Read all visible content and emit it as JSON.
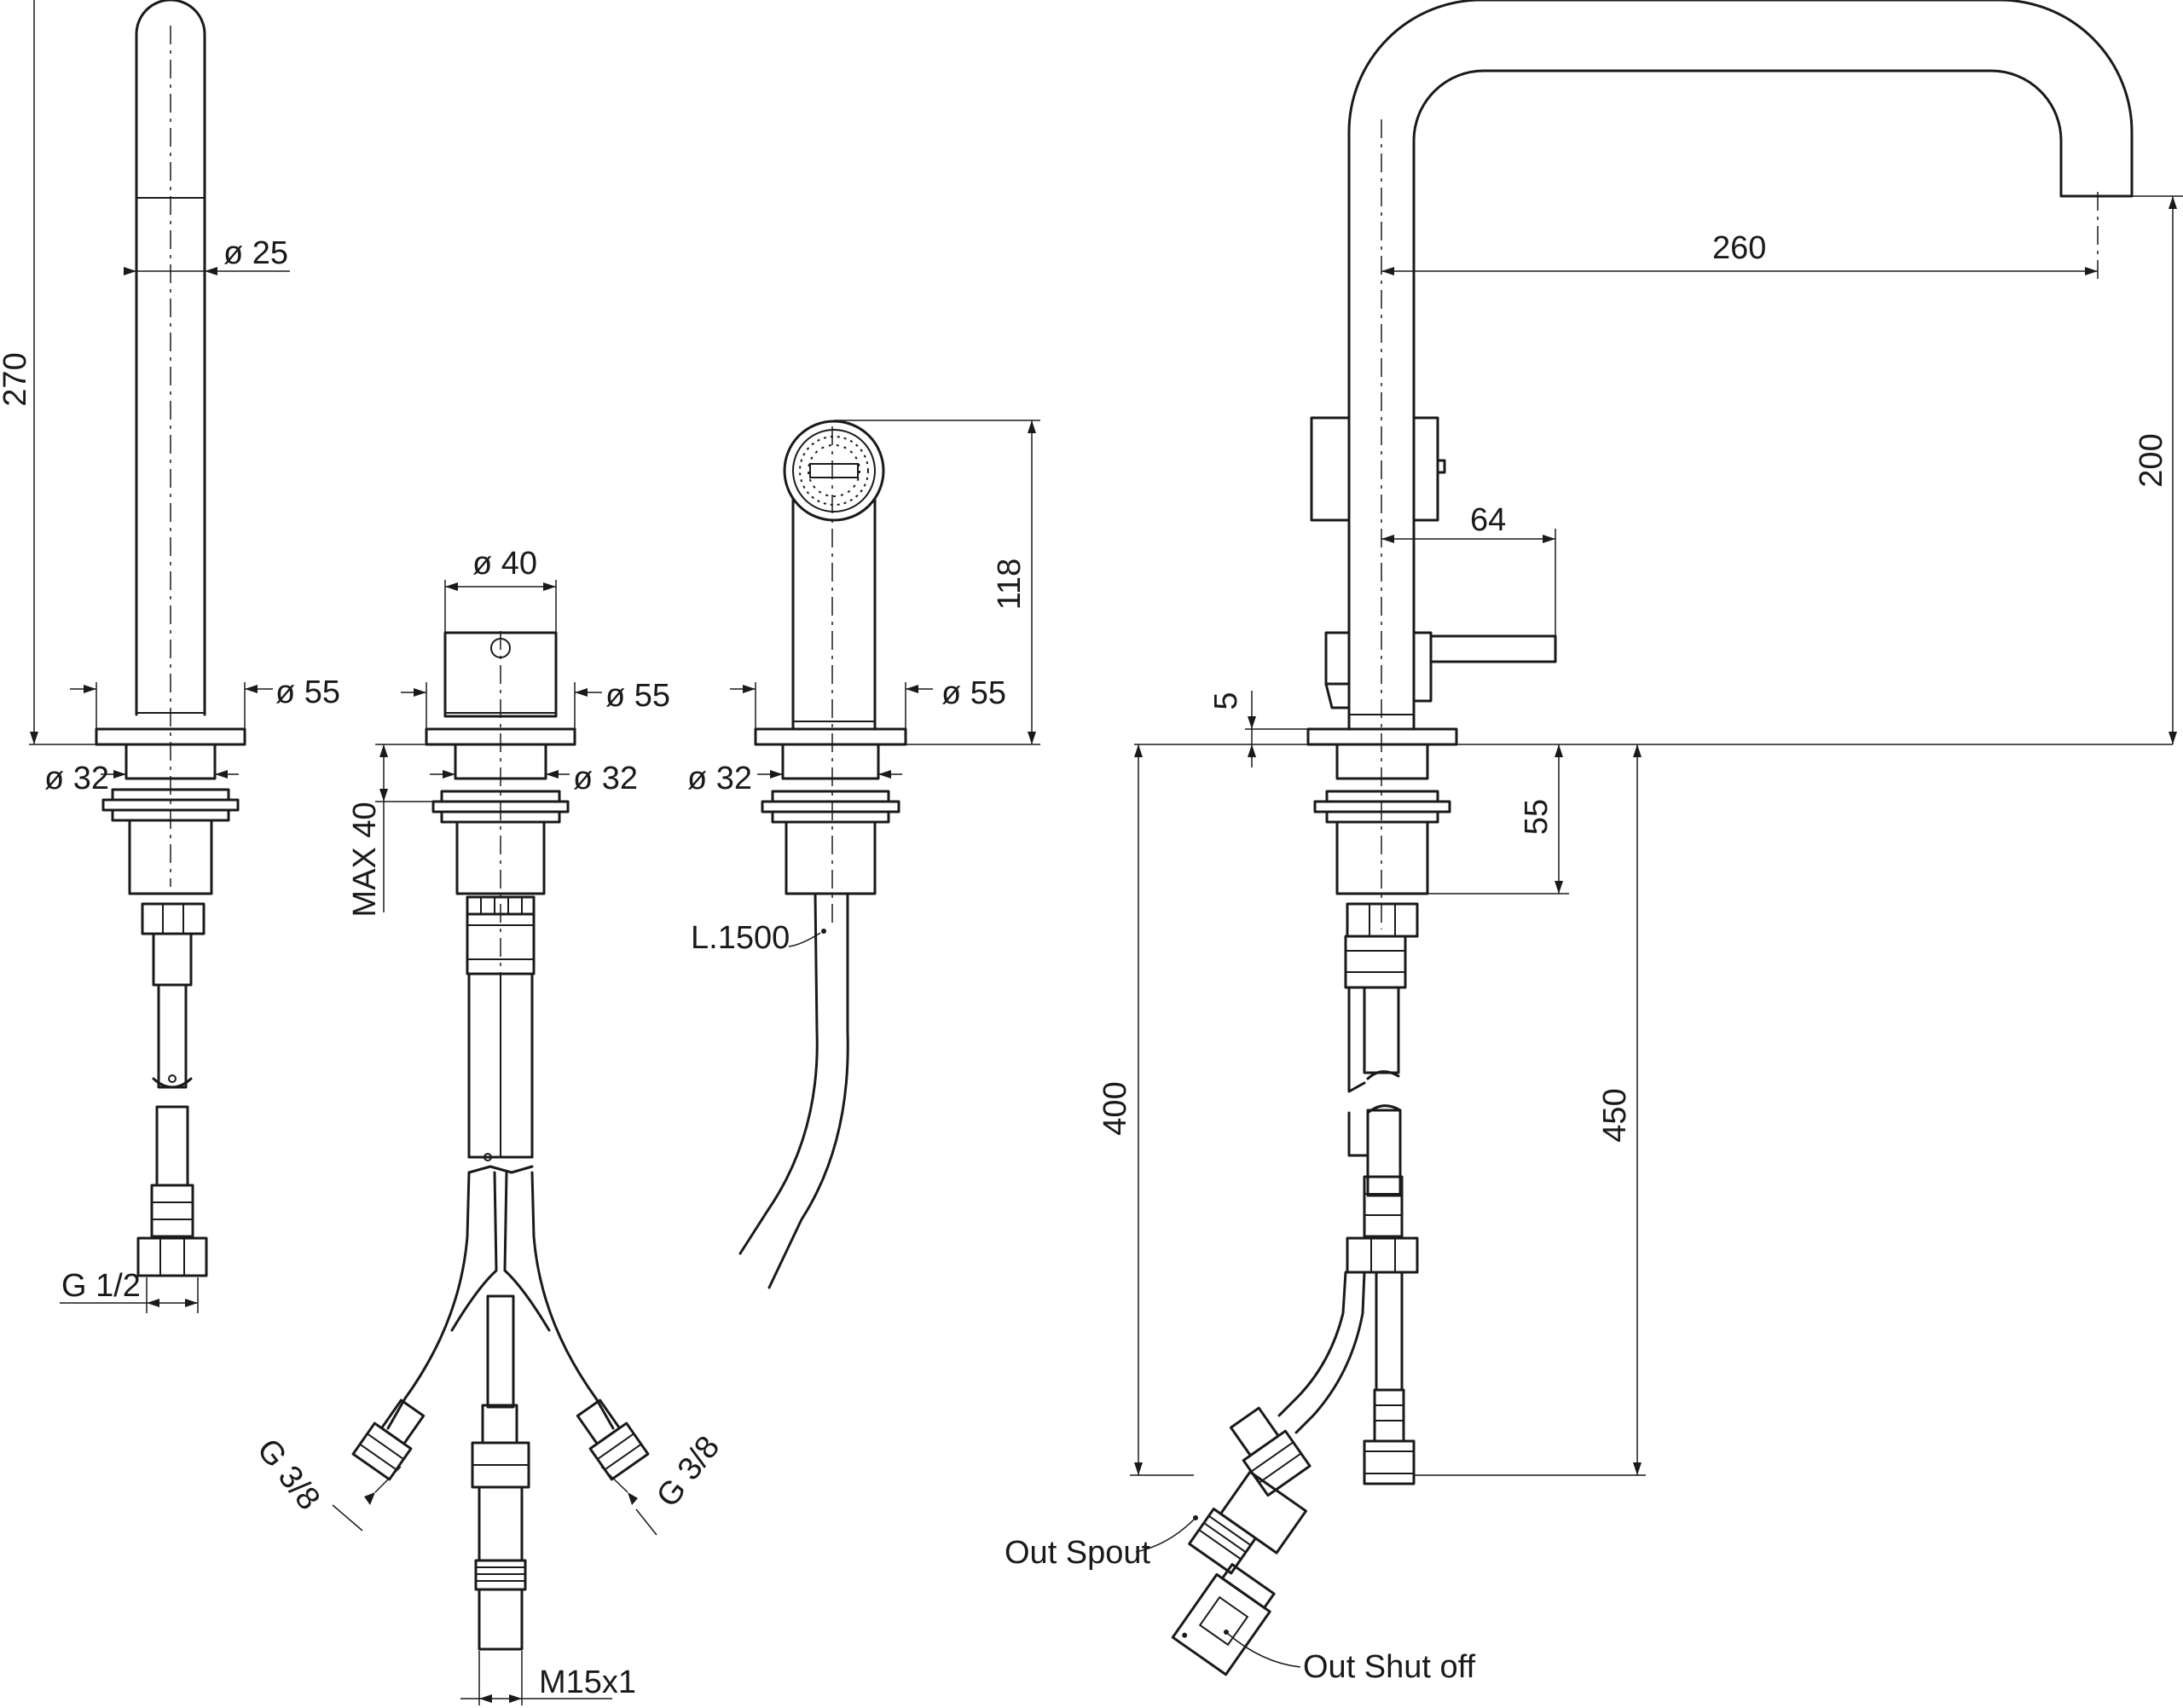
{
  "dimensions": {
    "diameter_25": "ø 25",
    "diameter_55_left": "ø 55",
    "diameter_32_left": "ø 32",
    "height_270": "270",
    "thread_g12": "G 1/2",
    "diameter_40": "ø 40",
    "diameter_55_mid": "ø 55",
    "diameter_32_mid": "ø 32",
    "max_40": "MAX 40",
    "thread_g38_left": "G 3/8",
    "thread_g38_right": "G 3/8",
    "thread_m15": "M15x1",
    "height_118": "118",
    "diameter_55_spray": "ø 55",
    "diameter_32_spray": "ø 32",
    "hose_length": "L.1500",
    "reach_260": "260",
    "height_200": "200",
    "handle_64": "64",
    "flange_5": "5",
    "depth_55": "55",
    "hose_400": "400",
    "hose_450": "450"
  },
  "callouts": {
    "out_spout": "Out Spout",
    "out_shutoff": "Out Shut off"
  }
}
